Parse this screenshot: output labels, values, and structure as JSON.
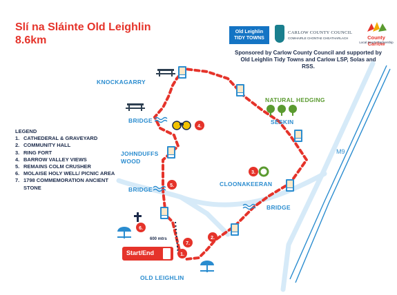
{
  "title": {
    "line1": "Slí na Sláinte Old Leighlin",
    "line2": "8.6km"
  },
  "logos": {
    "old_leighlin": {
      "line1": "Old Leighlin",
      "line2": "TIDY TOWNS"
    },
    "carlow_cc": {
      "name": "CARLOW COUNTY COUNCIL",
      "sub": "COMHAIRLE CHONTAE CHEATHARLACH"
    },
    "lsp": {
      "name": "County Carlow",
      "sub": "Local Sports Partnership"
    }
  },
  "sponsor_text": "Sponsored by Carlow County Council and supported by Old Leighlin Tidy Towns and Carlow LSP, Solas and RSS.",
  "places": {
    "knockagarry": "KNOCKAGARRY",
    "natural_hedging": "NATURAL HEDGING",
    "seskin": "SESKIN",
    "bridge_1": "BRIDGE",
    "johnduffs_wood": [
      "JOHNDUFFS",
      "WOOD"
    ],
    "cloonakeeran": "CLOONAKEERAN",
    "bridge_2": "BRIDGE",
    "bridge_3": "BRIDGE",
    "old_leighlin": "OLD LEIGHLIN",
    "m9": "M9"
  },
  "legend": {
    "heading": "LEGEND",
    "items": [
      {
        "n": "1.",
        "text": "CATHEDERAL & GRAVEYARD"
      },
      {
        "n": "2.",
        "text": "COMMUNITY HALL"
      },
      {
        "n": "3.",
        "text": "RING FORT"
      },
      {
        "n": "4.",
        "text": "BARROW VALLEY VIEWS"
      },
      {
        "n": "5.",
        "text": "REMAINS COLM CRUSHER"
      },
      {
        "n": "6.",
        "text": "MOLAISE HOLY WELL/ PICNIC AREA"
      },
      {
        "n": "7.",
        "text": "1798 COMMEMORATION ANCIENT STONE"
      }
    ]
  },
  "markers": [
    "1.",
    "2.",
    "3.",
    "4.",
    "5.",
    "6.",
    "7."
  ],
  "distance_label": "600 mtrs",
  "start_end_label": "Start/End",
  "colors": {
    "route": "#e5332a",
    "river": "#2a8ccf",
    "road": "#cfe6f6",
    "green": "#5a9a2f"
  },
  "icons": [
    "picnic-bench-icon",
    "binoculars-icon",
    "tree-icon",
    "signpost-icon",
    "cross-icon",
    "water-waves-icon"
  ]
}
